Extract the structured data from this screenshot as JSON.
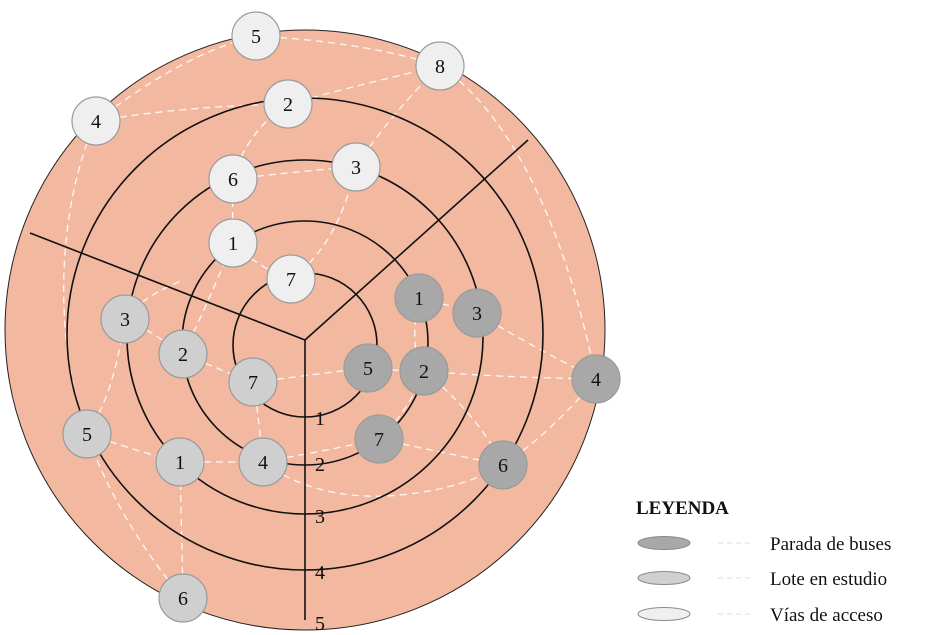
{
  "colors": {
    "disc": "#f3b9a0",
    "parada": "#a8a8a8",
    "lote": "#cfcfcf",
    "vias": "#efefef",
    "line": "#111111",
    "dash": "#ffffff"
  },
  "ring_labels": [
    "1",
    "2",
    "3",
    "4",
    "5"
  ],
  "nodes": [
    {
      "label": "5",
      "kind": "vias"
    },
    {
      "label": "8",
      "kind": "vias"
    },
    {
      "label": "4",
      "kind": "vias"
    },
    {
      "label": "2",
      "kind": "vias"
    },
    {
      "label": "6",
      "kind": "vias"
    },
    {
      "label": "3",
      "kind": "vias"
    },
    {
      "label": "1",
      "kind": "vias"
    },
    {
      "label": "7",
      "kind": "vias"
    },
    {
      "label": "1",
      "kind": "parada"
    },
    {
      "label": "3",
      "kind": "parada"
    },
    {
      "label": "5",
      "kind": "parada"
    },
    {
      "label": "2",
      "kind": "parada"
    },
    {
      "label": "4",
      "kind": "parada"
    },
    {
      "label": "7",
      "kind": "parada"
    },
    {
      "label": "6",
      "kind": "parada"
    },
    {
      "label": "3",
      "kind": "lote"
    },
    {
      "label": "2",
      "kind": "lote"
    },
    {
      "label": "7",
      "kind": "lote"
    },
    {
      "label": "5",
      "kind": "lote"
    },
    {
      "label": "1",
      "kind": "lote"
    },
    {
      "label": "4",
      "kind": "lote"
    },
    {
      "label": "6",
      "kind": "lote"
    }
  ],
  "legend": {
    "title": "LEYENDA",
    "items": [
      {
        "label": "Parada de buses",
        "kind": "parada"
      },
      {
        "label": "Lote en estudio",
        "kind": "lote"
      },
      {
        "label": "Vías de acceso",
        "kind": "vias"
      }
    ]
  }
}
